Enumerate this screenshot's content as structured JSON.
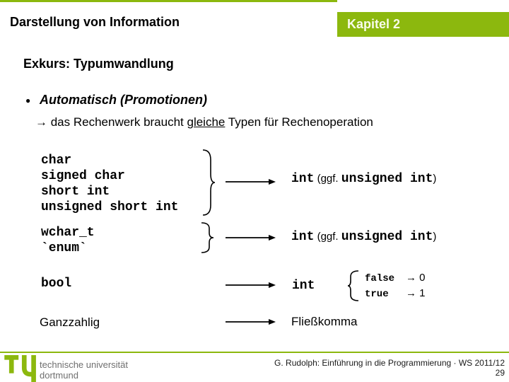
{
  "colors": {
    "green": "#8CB80E",
    "footer_gray": "#6F6F6F"
  },
  "header": {
    "title": "Darstellung von Information",
    "chapter": "Kapitel 2"
  },
  "section_heading": "Exkurs: Typumwandlung",
  "bullet": {
    "marker": "●",
    "title": "Automatisch (Promotionen)",
    "note_pre": "→ das Rechenwerk braucht ",
    "note_underline": "gleiche",
    "note_post": " Typen für Rechenoperation"
  },
  "rows": [
    {
      "sources": [
        "char",
        "signed char",
        "short int",
        "unsigned short int"
      ],
      "target": {
        "code1": "int",
        "plain1": " (ggf. ",
        "code2": "unsigned int",
        "plain2": ")"
      }
    },
    {
      "sources": [
        "wchar_t",
        "`enum`"
      ],
      "target": {
        "code1": "int",
        "plain1": " (ggf. ",
        "code2": "unsigned int",
        "plain2": ")"
      }
    },
    {
      "sources": [
        "bool"
      ],
      "target": {
        "code1": "int"
      },
      "mapping": [
        {
          "from": "false",
          "to": "→ 0"
        },
        {
          "from": "true",
          "to": "→ 1"
        }
      ]
    },
    {
      "sources": [
        "Ganzzahlig"
      ],
      "target": {
        "plain1": "Fließkomma"
      }
    }
  ],
  "footer": {
    "institution_line1": "technische universität",
    "institution_line2": "dortmund",
    "credit": "G. Rudolph: Einführung in die Programmierung · WS 2011/12",
    "page_number": "29"
  }
}
